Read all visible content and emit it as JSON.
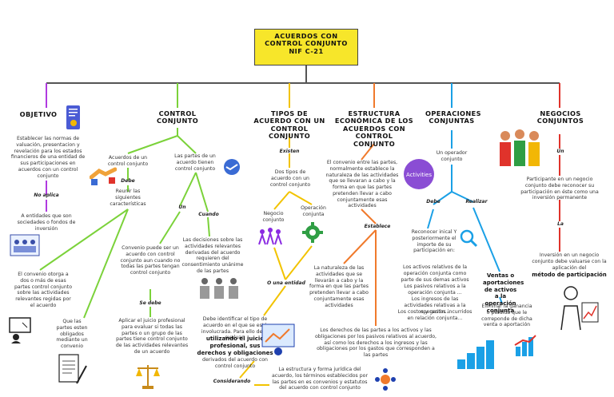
{
  "title": {
    "line1": "ACUERDOS CON CONTROL CONJUNTO",
    "line2": "NIF C-21"
  },
  "colors": {
    "title_bg": "#f7e62a",
    "objetivo": "#b03ae0",
    "control": "#7bd23a",
    "tipos": "#f2c300",
    "estructura": "#f07a2c",
    "operaciones": "#1aa0e6",
    "negocios": "#e0332b"
  },
  "branches": {
    "objetivo": {
      "heading": "OBJETIVO",
      "desc": "Establecer las normas de valuación, presentacion y revelación para los estados financieros de una entidad de sus participaciones en acuerdos con un control conjunto",
      "connector": "No aplica",
      "applies": "A entidades que son sociedades o fondos de inversión"
    },
    "control": {
      "heading": "CONTROL CONJUNTO",
      "left_intro": "Acuerdos de un control conjunto",
      "debe": "Debe",
      "reunir": "Reunir las siguientes características",
      "convenio_otorga": "El convenio otorga a dos o más de esas partes control conjunto sobre las actividades relevantes regidas por el acuerdo",
      "partes_obligados": "Que las partes esten obligados mediante un convenio",
      "partes_tienen": "Las partes de un acuerdo tienen control conjunto",
      "un": "Un",
      "cuando": "Cuando",
      "convenio_puede": "Convenio puede ser un acuerdo con control conjunto aun cuando no todas las partes tengan control conjunto",
      "se_debe": "Se debe",
      "aplicar_juicio": "Aplicar el juicio profesional para evaluar si todas las partes o un grupo de las partes tiene control conjunto de las actividades relevantes de un acuerdo",
      "decisiones": "Las decisiones sobre las actividades relevantes derivadas del acuerdo requieren del consentimiento unánime de las partes"
    },
    "tipos": {
      "heading": "TIPOS DE ACUERDO CON UN CONTROL CONJUNTO",
      "existen": "Existen",
      "dos_tipos": "Dos tipos de acuerdo con un control conjunto",
      "negocio": "Negocio conjunto",
      "operacion": "Operación conjunta",
      "una_entidad": "O una entidad",
      "identificar_a": "Debe identificar el tipo de acuerdo en el que se está involucrada. Para ello debe evaluar,",
      "identificar_b": "utilizando el juicio profesional, sus derechos y obligaciones",
      "identificar_c": "derivados del acuerdo con control conjunto",
      "considerando": "Considerando",
      "estructura_juridica": "La estructura y forma jurídica del acuerdo, los términos establecidos por las partes en es convenios y estatutos del acuerdo con control conjunto"
    },
    "estructura": {
      "heading": "ESTRUCTURA ECONÓMICA DE LOS ACUERDOS CON CONTROL CONJUNTO",
      "convenio": "El convenio entre las partes, normalmente establece la naturaleza de las actividades que se llevaran a cabo y la forma en que las partes pretenden llevar a cabo conjuntamente esas actividades",
      "establece": "Establece",
      "naturaleza": "La naturaleza de las actividades que se llevarán a cabo y la forma en que las partes pretenden llevar a cabo conjuntamente esas actividades",
      "derechos": "Los derechos de las partes a los activos y las obligaciones por los pasivos relativos al acuerdo, así como los derechos a los ingresos y las obligaciones por los gastos que corresponden a las partes"
    },
    "operaciones": {
      "heading": "OPERACIONES CONJUNTAS",
      "operador": "Un operador conjunto",
      "debe": "Debe",
      "realizar": "Realizar",
      "reconocer": "Reconocer inical Y posteriormente el importe de su participación en:",
      "activos": "Los activos relativos de la operación conjunta como parte de sus demas activos",
      "pasivos": "Los pasivos relativos a la operación conjunta ...",
      "ingresos": "Los ingresos de las actividades relativas a la operación...",
      "costos": "Los costos y gastos incurridos en relación conjunta...",
      "ventas": "Ventas o aportaciones de activos a la operación conjunta",
      "eliminar": "Eliminar la ganancia o pérdida que le correponde de dicha venta o aportación"
    },
    "negocios": {
      "heading": "NEGOCIOS CONJUNTOS",
      "un": "Un",
      "participante": "Participante en un negocio conjunto debe reconocer su participación en éste como una inversión permanente",
      "la": "La",
      "inversion_a": "Inversión en un negocio conjunto debe valuarse con la aplicación del",
      "inversion_b": "método de participación"
    }
  },
  "icons": [
    "document-icon",
    "decree-icon",
    "handshake-icon",
    "meeting-icon",
    "agreement-icon",
    "activities-icon",
    "magnifier-icon",
    "people-icon",
    "whiteboard-icon",
    "balance-icon",
    "team-icon",
    "investor-icon",
    "chart-icon",
    "network-icon",
    "negotiation-icon",
    "pyramid-icon",
    "gear-network-icon",
    "family-icon",
    "person-chart-icon",
    "bar-chart-icon"
  ]
}
